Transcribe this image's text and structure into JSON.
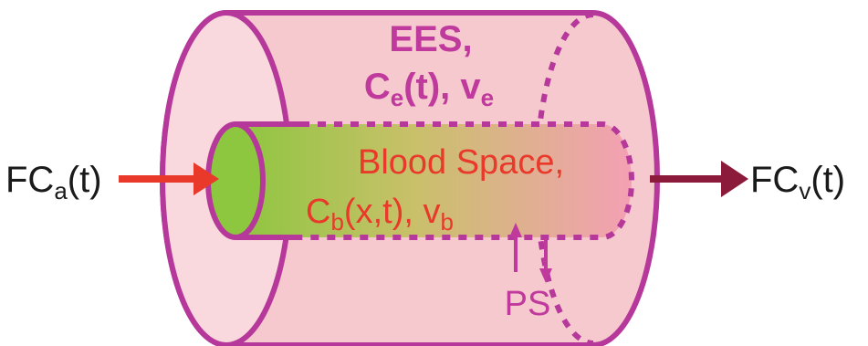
{
  "colors": {
    "outer_stroke": "#b5389a",
    "outer_fill": "#f6c9cf",
    "outer_fill_light": "#f9d9dd",
    "ees_text": "#c0399c",
    "blood_text": "#e8392b",
    "blood_grad_start": "#8dc63f",
    "blood_grad_end": "#f4a0b4",
    "in_arrow": "#e8392b",
    "out_arrow": "#8c1a3a",
    "ps_color": "#c0399c",
    "label_text": "#1a1a1a"
  },
  "labels": {
    "ees_line1": "EES,",
    "ees_c": "C",
    "ees_c_sub": "e",
    "ees_t": "(t), v",
    "ees_v_sub": "e",
    "blood_line1": "Blood Space,",
    "blood_c": "C",
    "blood_c_sub": "b",
    "blood_rest": "(x,t), v",
    "blood_v_sub": "b",
    "inflow_pre": "FC",
    "inflow_sub": "a",
    "inflow_post": "(t)",
    "outflow_pre": "FC",
    "outflow_sub": "v",
    "outflow_post": "(t)",
    "ps": "PS"
  }
}
